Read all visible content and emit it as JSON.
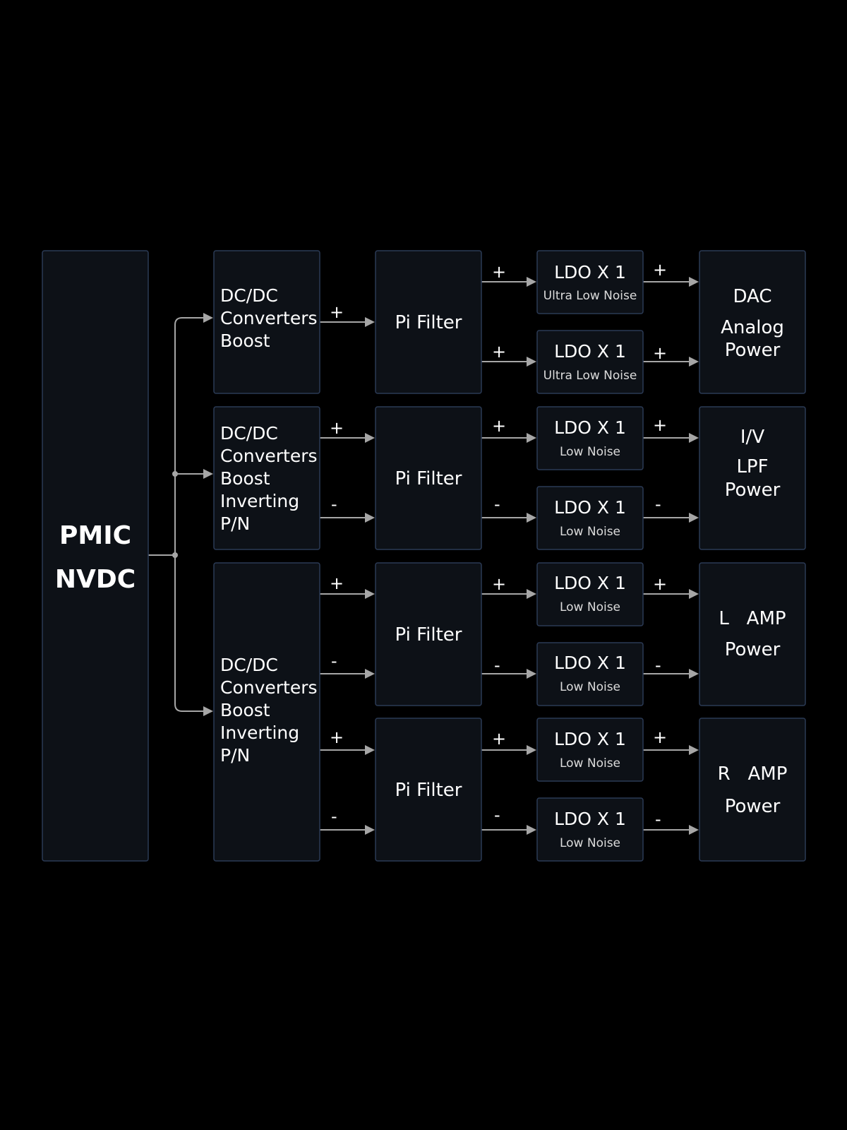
{
  "pmic": {
    "lines": [
      "PMIC",
      "NVDC"
    ]
  },
  "dcdc": [
    {
      "lines": [
        "DC/DC",
        "Converters",
        "Boost"
      ]
    },
    {
      "lines": [
        "DC/DC",
        "Converters",
        "Boost",
        "Inverting",
        "P/N"
      ]
    },
    {
      "lines": [
        "DC/DC",
        "Converters",
        "Boost",
        "Inverting",
        "P/N"
      ]
    }
  ],
  "pi_filters": [
    {
      "label": "Pi Filter"
    },
    {
      "label": "Pi Filter"
    },
    {
      "label": "Pi Filter"
    },
    {
      "label": "Pi Filter"
    }
  ],
  "ldos": [
    {
      "title": "LDO X 1",
      "subtitle": "Ultra Low Noise"
    },
    {
      "title": "LDO X 1",
      "subtitle": "Ultra Low Noise"
    },
    {
      "title": "LDO X 1",
      "subtitle": "Low Noise"
    },
    {
      "title": "LDO X 1",
      "subtitle": "Low Noise"
    },
    {
      "title": "LDO X 1",
      "subtitle": "Low Noise"
    },
    {
      "title": "LDO X 1",
      "subtitle": "Low Noise"
    },
    {
      "title": "LDO X 1",
      "subtitle": "Low Noise"
    },
    {
      "title": "LDO X 1",
      "subtitle": "Low Noise"
    }
  ],
  "outputs": [
    {
      "lines": [
        "DAC",
        "Analog",
        "Power"
      ]
    },
    {
      "lines": [
        "I/V",
        "LPF",
        "Power"
      ]
    },
    {
      "lines": [
        "L   AMP",
        "Power"
      ]
    },
    {
      "lines": [
        "R   AMP",
        "Power"
      ]
    }
  ],
  "signs": {
    "plus": "+",
    "minus": "-"
  },
  "colors": {
    "background": "#000000",
    "box_fill": "#0d1117",
    "box_border": "#2b3a55",
    "wire": "#a6a6a6",
    "text": "#ffffff"
  }
}
